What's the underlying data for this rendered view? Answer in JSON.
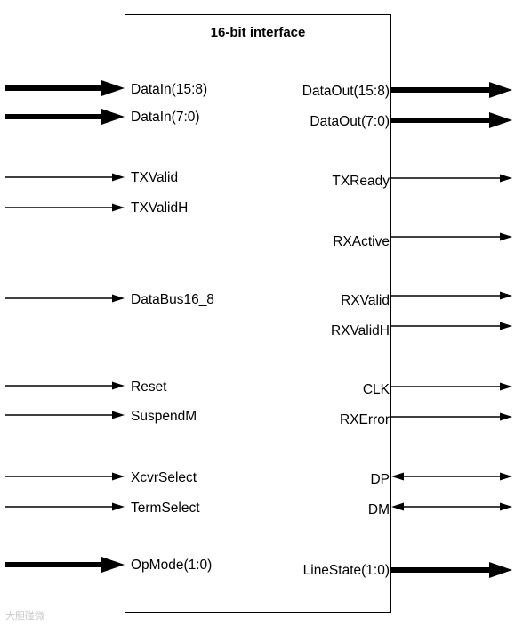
{
  "title": "16-bit interface",
  "inputs": [
    {
      "label": "DataIn(15:8)",
      "bus": true
    },
    {
      "label": "DataIn(7:0)",
      "bus": true
    },
    {
      "label": "TXValid",
      "bus": false
    },
    {
      "label": "TXValidH",
      "bus": false
    },
    {
      "label": "DataBus16_8",
      "bus": false
    },
    {
      "label": "Reset",
      "bus": false
    },
    {
      "label": "SuspendM",
      "bus": false
    },
    {
      "label": "XcvrSelect",
      "bus": false
    },
    {
      "label": "TermSelect",
      "bus": false
    },
    {
      "label": "OpMode(1:0)",
      "bus": true
    }
  ],
  "outputs": [
    {
      "label": "DataOut(15:8)",
      "bus": true,
      "bidirectional": false
    },
    {
      "label": "DataOut(7:0)",
      "bus": true,
      "bidirectional": false
    },
    {
      "label": "TXReady",
      "bus": false,
      "bidirectional": false
    },
    {
      "label": "RXActive",
      "bus": false,
      "bidirectional": false
    },
    {
      "label": "RXValid",
      "bus": false,
      "bidirectional": false
    },
    {
      "label": "RXValidH",
      "bus": false,
      "bidirectional": false
    },
    {
      "label": "CLK",
      "bus": false,
      "bidirectional": false
    },
    {
      "label": "RXError",
      "bus": false,
      "bidirectional": false
    },
    {
      "label": "DP",
      "bus": false,
      "bidirectional": true
    },
    {
      "label": "DM",
      "bus": false,
      "bidirectional": true
    },
    {
      "label": "LineState(1:0)",
      "bus": true,
      "bidirectional": false
    }
  ],
  "watermark": "大胆碰微"
}
